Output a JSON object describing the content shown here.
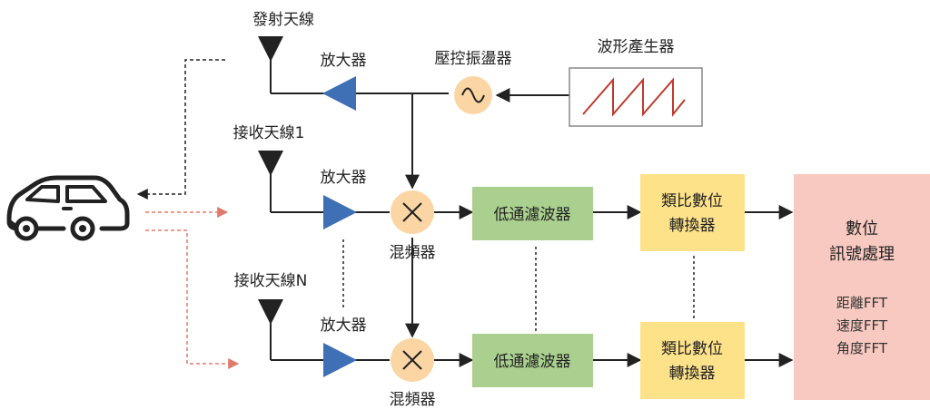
{
  "labels": {
    "tx_antenna": "發射天線",
    "rx_antenna_1": "接收天線1",
    "rx_antenna_n": "接收天線N",
    "amp_tx": "放大器",
    "amp_rx1": "放大器",
    "amp_rxn": "放大器",
    "vco": "壓控振盪器",
    "waveform_gen": "波形產生器",
    "mixer_1": "混頻器",
    "mixer_n": "混頻器",
    "lpf_1": "低通濾波器",
    "lpf_n": "低通濾波器",
    "adc_1_line1": "類比數位",
    "adc_1_line2": "轉換器",
    "adc_n_line1": "類比數位",
    "adc_n_line2": "轉換器",
    "dsp_title_line1": "數位",
    "dsp_title_line2": "訊號處理",
    "dsp_items": [
      "距離FFT",
      "速度FFT",
      "角度FFT"
    ]
  },
  "colors": {
    "amplifier": "#3f6fb5",
    "oscillator": "#fbd6a4",
    "mixer": "#fbd6a4",
    "filter": "#a9d08e",
    "adc": "#fde28a",
    "dsp": "#f8c9c0",
    "sawtooth": "#c0392b",
    "signal_dash": "#e07a6a",
    "wire": "#222222"
  },
  "icons": [
    "car-icon",
    "antenna-icon",
    "sine-wave-icon",
    "multiply-icon",
    "sawtooth-icon"
  ]
}
